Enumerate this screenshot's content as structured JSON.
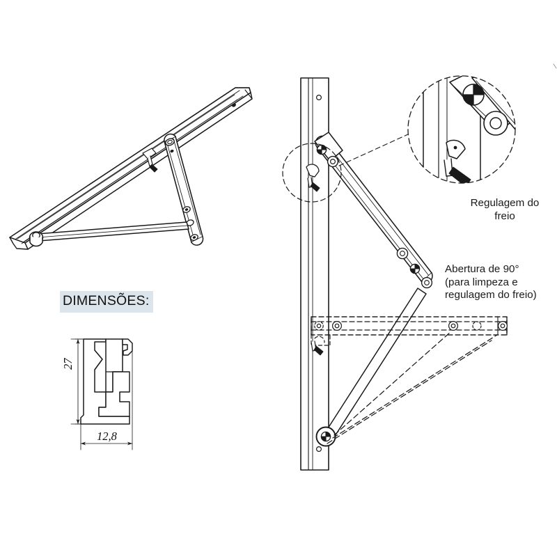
{
  "document": {
    "type": "technical-drawing",
    "language": "pt-BR",
    "subject": "Braco de janela maxim-ar / friction stay hinge",
    "background_color": "#ffffff",
    "line_color": "#1a1a1a"
  },
  "labels": {
    "dimensions_title": "DIMENSÕES:",
    "dimensions_title_highlight": "#dce5ec",
    "brake_adjustment": "Regulagem do\nfreio",
    "opening_note": "Abertura de 90°\n(para limpeza e\nregulagem do freio)"
  },
  "section_dimensions": {
    "height_label": "27",
    "width_label": "12,8",
    "unit_implied": "mm"
  },
  "views": [
    {
      "name": "isometric-assembly",
      "description": "Vista isométrica do braço articulado montado"
    },
    {
      "name": "side-elevation",
      "description": "Vista lateral com abertura de 90° em linha tracejada"
    },
    {
      "name": "detail-enlargement",
      "description": "Detalhe ampliado da regulagem do freio"
    },
    {
      "name": "profile-section",
      "description": "Seção transversal do perfil com cotas"
    }
  ]
}
